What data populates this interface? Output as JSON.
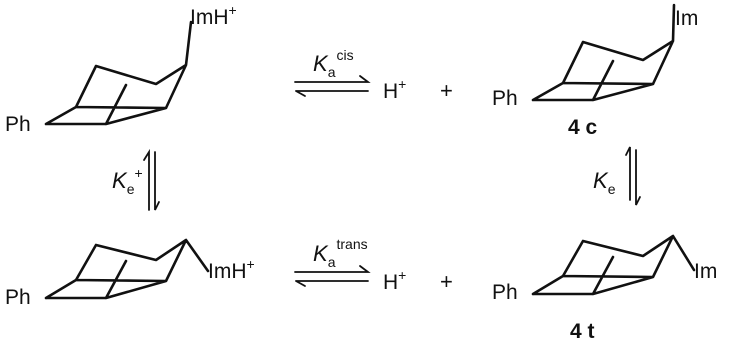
{
  "molecules": {
    "top_left": {
      "substituent_left": "Ph",
      "substituent_right": "ImH",
      "charge": "+"
    },
    "top_right": {
      "substituent_left": "Ph",
      "substituent_right": "Im",
      "compound_label": "4 c"
    },
    "bottom_left": {
      "substituent_left": "Ph",
      "substituent_right": "ImH",
      "charge": "+"
    },
    "bottom_right": {
      "substituent_left": "Ph",
      "substituent_right": "Im",
      "compound_label": "4 t"
    }
  },
  "equilibria": {
    "top": {
      "constant": "K",
      "subscript": "a",
      "superscript": "cis",
      "products_proton": "H",
      "proton_charge": "+",
      "plus": "+"
    },
    "bottom": {
      "constant": "K",
      "subscript": "a",
      "superscript": "trans",
      "products_proton": "H",
      "proton_charge": "+",
      "plus": "+"
    },
    "left": {
      "constant": "K",
      "subscript": "e",
      "superscript": "+"
    },
    "right": {
      "constant": "K",
      "subscript": "e"
    }
  }
}
